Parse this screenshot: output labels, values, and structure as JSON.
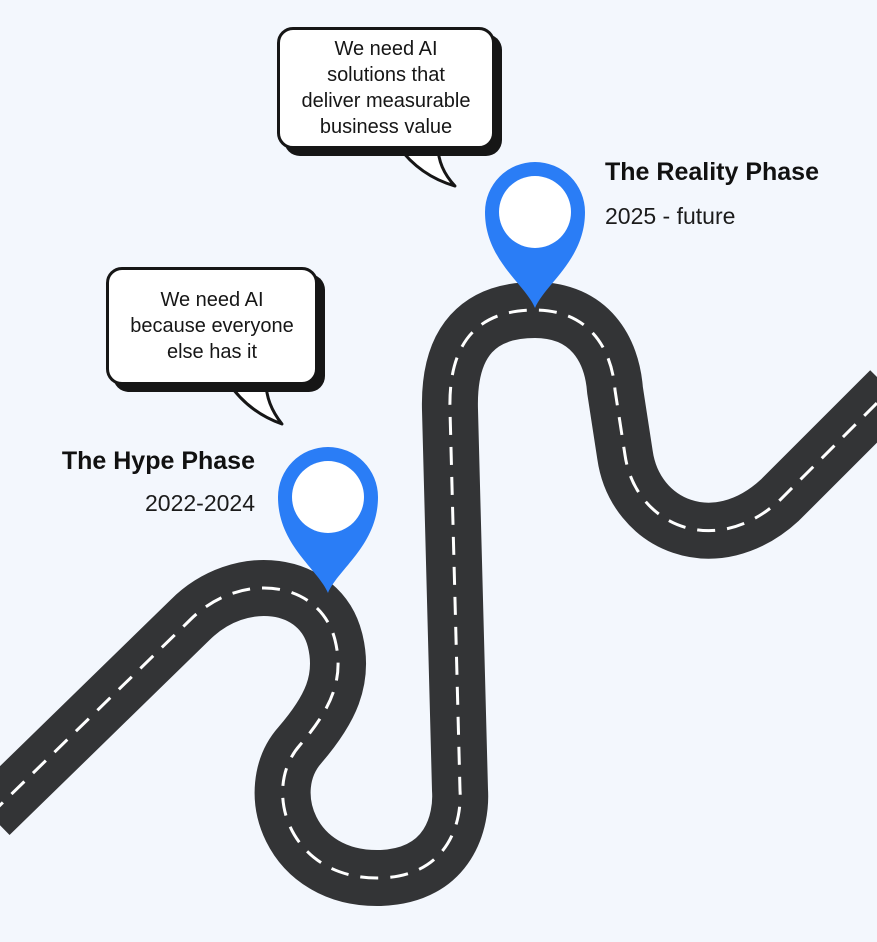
{
  "phases": [
    {
      "title": "The Hype Phase",
      "dates": "2022-2024",
      "quote_lines": [
        "We need AI",
        "because everyone",
        "else has it"
      ]
    },
    {
      "title": "The Reality Phase",
      "dates": "2025 - future",
      "quote_lines": [
        "We need AI",
        "solutions that",
        "deliver measurable",
        "business value"
      ]
    }
  ],
  "colors": {
    "background": "#f3f7fd",
    "road": "#333436",
    "lane_marking": "#ffffff",
    "pin": "#2a7df6",
    "bubble_border": "#161616"
  },
  "icons": {
    "milestone_marker": "map-pin-icon"
  }
}
